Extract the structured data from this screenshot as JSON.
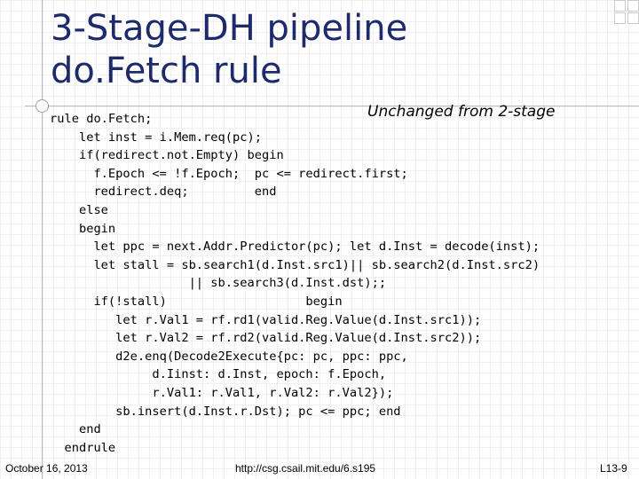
{
  "slide": {
    "title_lines": [
      "3-Stage-DH pipeline",
      "do.Fetch rule"
    ],
    "note": "Unchanged from 2-stage",
    "code_lines": [
      "rule do.Fetch;",
      "    let inst = i.Mem.req(pc);",
      "    if(redirect.not.Empty) begin",
      "      f.Epoch <= !f.Epoch;  pc <= redirect.first;",
      "      redirect.deq;         end",
      "    else",
      "    begin",
      "      let ppc = next.Addr.Predictor(pc); let d.Inst = decode(inst);",
      "      let stall = sb.search1(d.Inst.src1)|| sb.search2(d.Inst.src2)",
      "                   || sb.search3(d.Inst.dst);;",
      "      if(!stall)                   begin",
      "         let r.Val1 = rf.rd1(valid.Reg.Value(d.Inst.src1));",
      "         let r.Val2 = rf.rd2(valid.Reg.Value(d.Inst.src2));",
      "         d2e.enq(Decode2Execute{pc: pc, ppc: ppc,",
      "              d.Iinst: d.Inst, epoch: f.Epoch,",
      "              r.Val1: r.Val1, r.Val2: r.Val2});",
      "         sb.insert(d.Inst.r.Dst); pc <= ppc; end",
      "    end",
      "  endrule"
    ],
    "footer": {
      "date": "October 16, 2013",
      "url": "http://csg.csail.mit.edu/6.s195",
      "page": "L13-9"
    }
  }
}
